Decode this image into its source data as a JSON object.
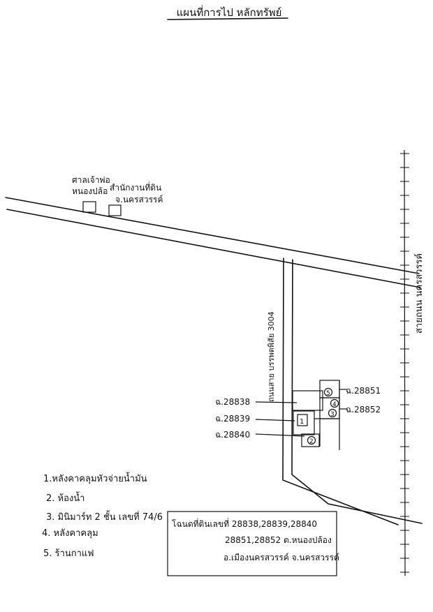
{
  "title": "แผนที่การไป หลักทรัพย์",
  "labels": {
    "top_place_1_line1": "ศาลเจ้าพ่อ",
    "top_place_1_line2": "หนองปล้อ",
    "top_place_2_line1": "สำนักงานที่ดิน",
    "top_place_2_line2": "จ.นครสวรรค์",
    "highway_right": "สายถนน นครสวรรค์",
    "side_road": "ถนนสาย บรรพตพิสัย 3004",
    "deed_28838": "ฉ.28838",
    "deed_28839": "ฉ.28839",
    "deed_28840": "ฉ.28840",
    "deed_28851": "ฉ.28851",
    "deed_28852": "ฉ.28852",
    "plot_1": "1",
    "plot_2": "2",
    "plot_3": "3",
    "plot_4": "4",
    "plot_5": "5"
  },
  "legend": [
    "1.หลังคาคลุมหัวจ่ายน้ำมัน",
    "2. ห้องน้ำ",
    "3. มินิมาร์ท 2 ชั้น เลขที่ 74/6",
    "4. หลังคาคลุม",
    "5. ร้านกาแฟ"
  ],
  "deed_box": {
    "line1": "โฉนดที่ดินเลขที่ 28838,28839,28840",
    "line2": "28851,28852 ต.หนองปล้อง",
    "line3": "อ.เมืองนครสวรรค์ จ.นครสวรรค์"
  }
}
